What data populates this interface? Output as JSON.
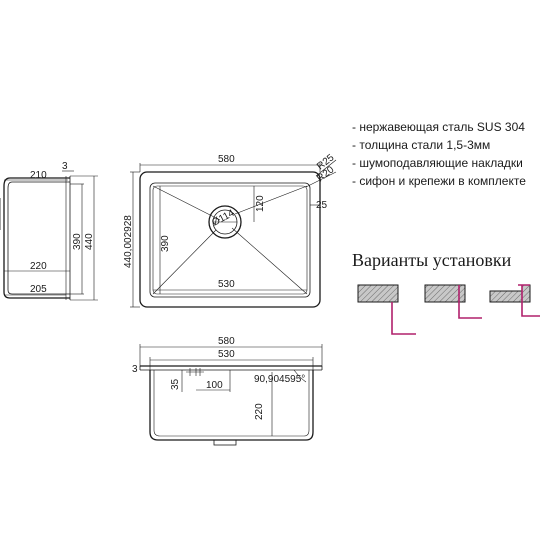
{
  "specs": [
    "- нержавеющая сталь SUS 304",
    "- толщина стали 1,5-3мм",
    "- шумоподавляющие накладки",
    "- сифон и крепежи в комплекте"
  ],
  "install_title": "Варианты установки",
  "side_view": {
    "dim_3": "3",
    "dim_210": "210",
    "dim_220": "220",
    "dim_205": "205",
    "dim_390": "390",
    "dim_440": "440"
  },
  "top_view": {
    "dim_580": "580",
    "dim_r25": "R25",
    "dim_r20": "R20",
    "dim_25": "25",
    "dim_120": "120",
    "dim_d114": "Ø114",
    "dim_390": "390",
    "dim_440": "440,002928",
    "dim_530": "530"
  },
  "front_view": {
    "dim_580": "580",
    "dim_530": "530",
    "dim_3": "3",
    "dim_35": "35",
    "dim_100": "100",
    "dim_angle": "90,904595°",
    "dim_220": "220"
  },
  "colors": {
    "line": "#1a1a1a",
    "hatch": "#9a9a9a",
    "wall": "#b0206c"
  }
}
